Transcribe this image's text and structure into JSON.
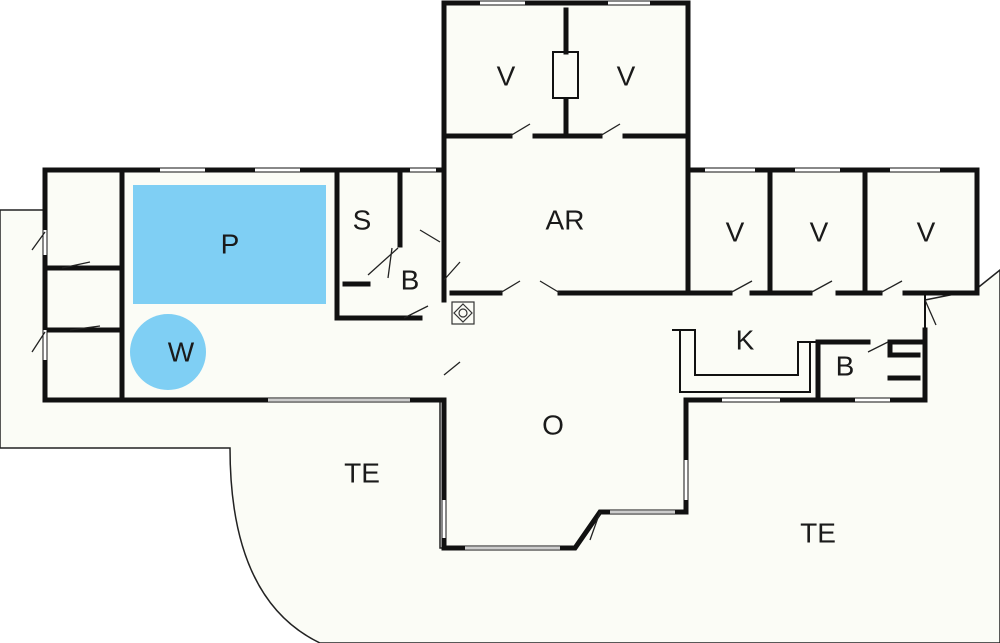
{
  "plan": {
    "colors": {
      "background": "#ffffff",
      "floor": "#fbfcf6",
      "wall": "#111111",
      "pool": "#7fcff4"
    },
    "rooms": {
      "pool": "P",
      "whirlpool": "W",
      "sauna": "S",
      "bath_1": "B",
      "bath_2": "B",
      "activity_room": "AR",
      "living": "O",
      "kitchen": "K",
      "terrace_left": "TE",
      "terrace_right": "TE",
      "bedroom_1": "V",
      "bedroom_2": "V",
      "bedroom_3": "V",
      "bedroom_4": "V",
      "bedroom_5": "V"
    },
    "icons": [
      "stove-icon"
    ]
  }
}
